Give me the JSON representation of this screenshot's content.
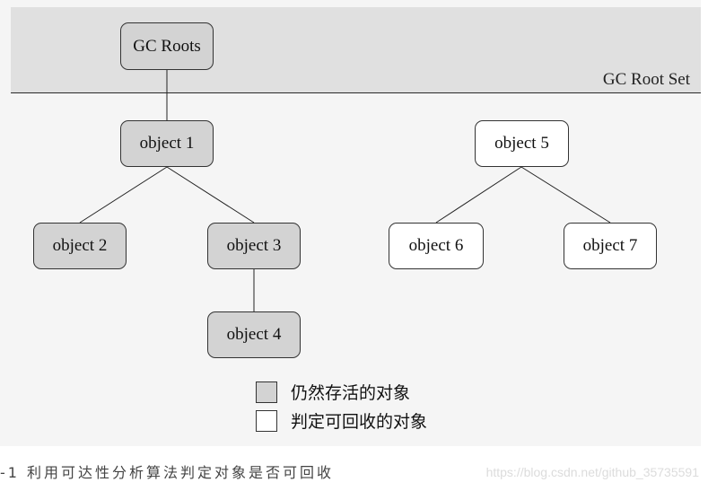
{
  "diagram": {
    "root_set_label": "GC Root Set",
    "nodes": {
      "gc_roots": "GC Roots",
      "object1": "object 1",
      "object2": "object 2",
      "object3": "object 3",
      "object4": "object 4",
      "object5": "object 5",
      "object6": "object 6",
      "object7": "object 7"
    },
    "colors": {
      "alive_fill": "#d3d3d3",
      "dead_fill": "#ffffff",
      "band_fill": "#e0e0e0"
    }
  },
  "legend": {
    "alive": "仍然存活的对象",
    "dead": "判定可回收的对象"
  },
  "caption": "-1  利用可达性分析算法判定对象是否可回收",
  "watermark": "https://blog.csdn.net/github_35735591"
}
